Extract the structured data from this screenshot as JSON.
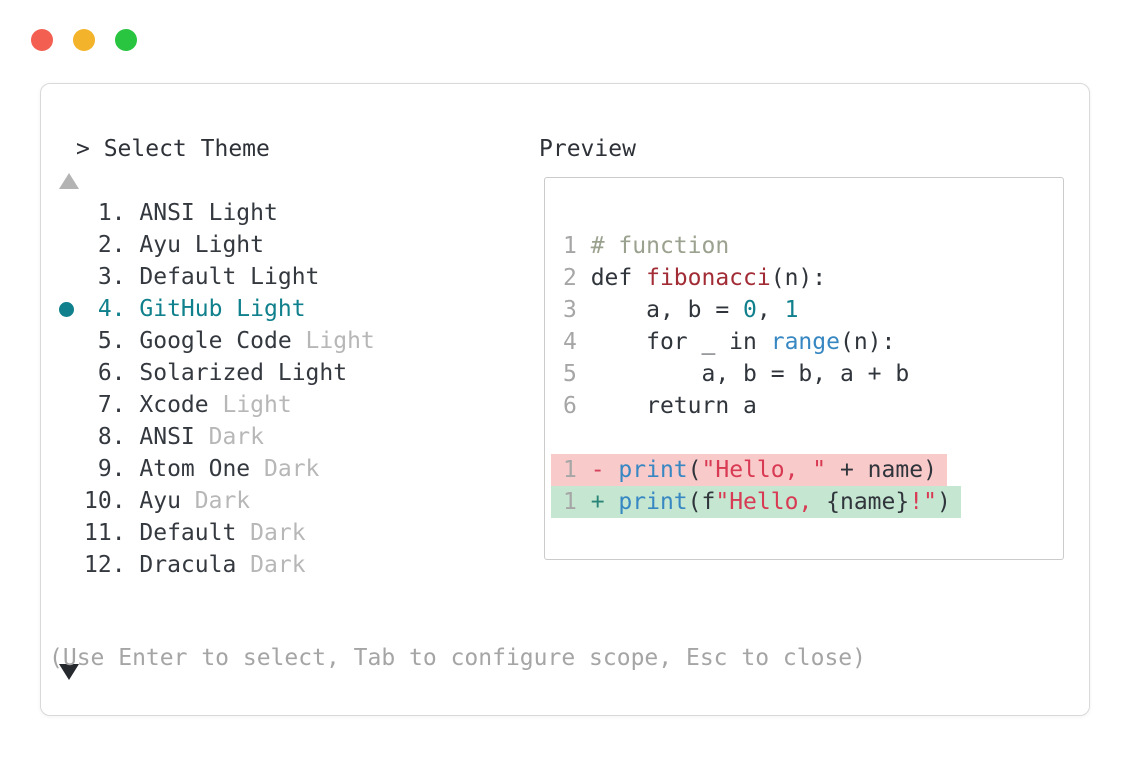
{
  "window": {
    "traffic_lights": [
      {
        "name": "close",
        "color": "#f35f51"
      },
      {
        "name": "minimize",
        "color": "#f3b32a"
      },
      {
        "name": "zoom",
        "color": "#29c440"
      }
    ]
  },
  "dialog": {
    "title": "> Select Theme",
    "footer_hint": "(Use Enter to select, Tab to configure scope, Esc to close)",
    "themes": [
      {
        "number": "1",
        "name": "ANSI Light",
        "variant": "",
        "selected": false
      },
      {
        "number": "2",
        "name": "Ayu Light",
        "variant": "",
        "selected": false
      },
      {
        "number": "3",
        "name": "Default Light",
        "variant": "",
        "selected": false
      },
      {
        "number": "4",
        "name": "GitHub Light",
        "variant": "",
        "selected": true
      },
      {
        "number": "5",
        "name": "Google Code",
        "variant": "Light",
        "selected": false
      },
      {
        "number": "6",
        "name": "Solarized Light",
        "variant": "",
        "selected": false
      },
      {
        "number": "7",
        "name": "Xcode",
        "variant": "Light",
        "selected": false
      },
      {
        "number": "8",
        "name": "ANSI",
        "variant": "Dark",
        "selected": false
      },
      {
        "number": "9",
        "name": "Atom One",
        "variant": "Dark",
        "selected": false
      },
      {
        "number": "10",
        "name": "Ayu",
        "variant": "Dark",
        "selected": false
      },
      {
        "number": "11",
        "name": "Default",
        "variant": "Dark",
        "selected": false
      },
      {
        "number": "12",
        "name": "Dracula",
        "variant": "Dark",
        "selected": false
      }
    ],
    "preview": {
      "label": "Preview",
      "code_lines": [
        {
          "num": "1",
          "tokens": [
            {
              "t": "# function",
              "c": "comment"
            }
          ]
        },
        {
          "num": "2",
          "tokens": [
            {
              "t": "def ",
              "c": "code"
            },
            {
              "t": "fibonacci",
              "c": "func"
            },
            {
              "t": "(n):",
              "c": "code"
            }
          ]
        },
        {
          "num": "3",
          "tokens": [
            {
              "t": "    a, b = ",
              "c": "code"
            },
            {
              "t": "0",
              "c": "number"
            },
            {
              "t": ", ",
              "c": "code"
            },
            {
              "t": "1",
              "c": "number"
            }
          ]
        },
        {
          "num": "4",
          "tokens": [
            {
              "t": "    for _ in ",
              "c": "code"
            },
            {
              "t": "range",
              "c": "blue"
            },
            {
              "t": "(n):",
              "c": "code"
            }
          ]
        },
        {
          "num": "5",
          "tokens": [
            {
              "t": "        a, b = b, a + b",
              "c": "code"
            }
          ]
        },
        {
          "num": "6",
          "tokens": [
            {
              "t": "    return a",
              "c": "code"
            }
          ]
        }
      ],
      "diff_lines": [
        {
          "num": "1",
          "kind": "removed",
          "tokens": [
            {
              "t": "- ",
              "c": "minus"
            },
            {
              "t": "print",
              "c": "blue"
            },
            {
              "t": "(",
              "c": "code"
            },
            {
              "t": "\"Hello, \"",
              "c": "string"
            },
            {
              "t": " + name)",
              "c": "code"
            }
          ]
        },
        {
          "num": "1",
          "kind": "added",
          "tokens": [
            {
              "t": "+ ",
              "c": "plus"
            },
            {
              "t": "print",
              "c": "blue"
            },
            {
              "t": "(f",
              "c": "code"
            },
            {
              "t": "\"Hello, ",
              "c": "string"
            },
            {
              "t": "{name}",
              "c": "code"
            },
            {
              "t": "!\"",
              "c": "string"
            },
            {
              "t": ")",
              "c": "code"
            }
          ]
        }
      ]
    }
  },
  "colors": {
    "accent": "#0f808c",
    "comment": "#9aa18e",
    "func": "#a22c35",
    "blue": "#3787c2",
    "string": "#d93a53",
    "minus": "#d5405c",
    "plus": "#2a8577",
    "removed_bg": "#f9caca",
    "added_bg": "#c5e7d2"
  }
}
